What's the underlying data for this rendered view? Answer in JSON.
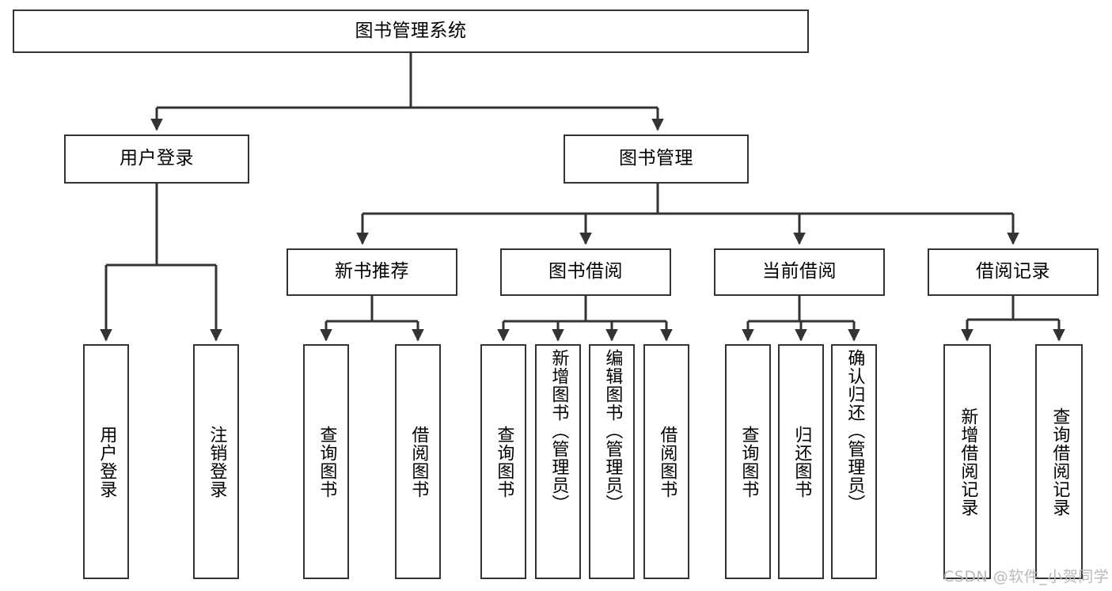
{
  "diagram": {
    "title": "图书管理系统",
    "type": "tree-hierarchy-chart",
    "root": {
      "label": "图书管理系统"
    },
    "level2": [
      {
        "label": "用户登录"
      },
      {
        "label": "图书管理"
      }
    ],
    "level3": [
      {
        "label": "新书推荐"
      },
      {
        "label": "图书借阅"
      },
      {
        "label": "当前借阅"
      },
      {
        "label": "借阅记录"
      }
    ],
    "leaves": {
      "user_login": [
        {
          "label": "用户登录"
        },
        {
          "label": "注销登录"
        }
      ],
      "new_book_recommend": [
        {
          "label": "查询图书"
        },
        {
          "label": "借阅图书"
        }
      ],
      "book_borrow": [
        {
          "label": "查询图书"
        },
        {
          "label": "新增图书（管理员）"
        },
        {
          "label": "编辑图书（管理员）"
        },
        {
          "label": "借阅图书"
        }
      ],
      "current_borrow": [
        {
          "label": "查询图书"
        },
        {
          "label": "归还图书"
        },
        {
          "label": "确认归还（管理员）"
        }
      ],
      "borrow_record": [
        {
          "label": "新增借阅记录"
        },
        {
          "label": "查询借阅记录"
        }
      ]
    }
  },
  "watermark": {
    "text": "CSDN @软件_小贺同学"
  },
  "colors": {
    "box_border": "#333333",
    "box_fill": "#ffffff",
    "connector": "#333333",
    "text": "#000000",
    "watermark": "#b9b9b9"
  }
}
